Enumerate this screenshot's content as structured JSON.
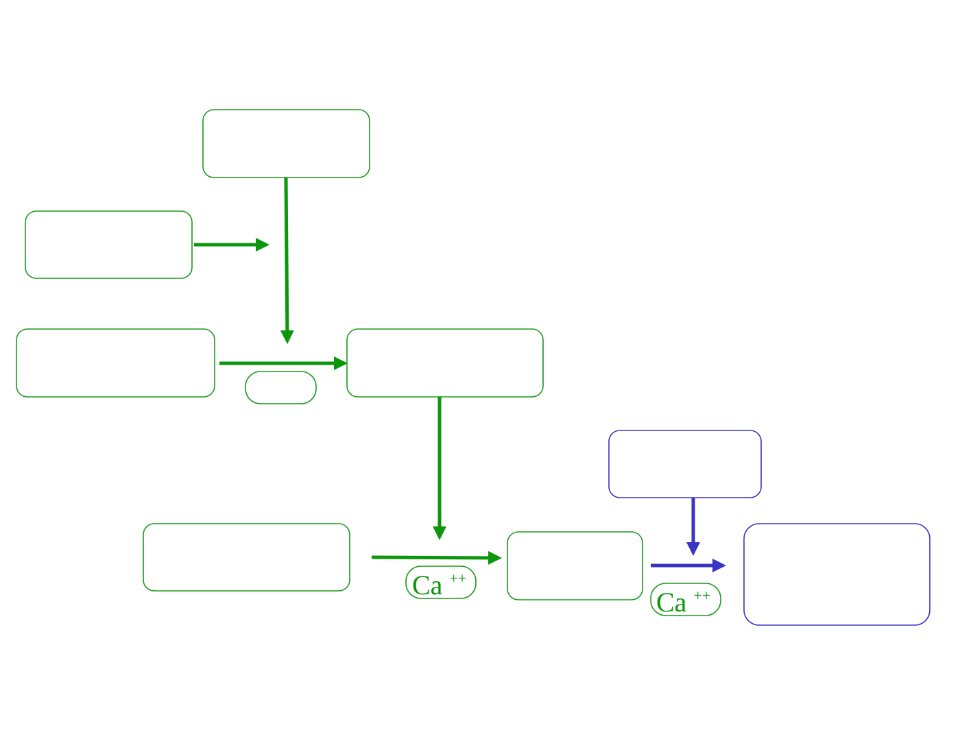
{
  "colors": {
    "green": "#0c960c",
    "green_border": "#1a9a1a",
    "blue": "#3a34c4"
  },
  "boxes": [
    {
      "id": "box-top",
      "label": "",
      "color": "green"
    },
    {
      "id": "box-left-upper",
      "label": "",
      "color": "green"
    },
    {
      "id": "box-left-middle",
      "label": "",
      "color": "green"
    },
    {
      "id": "box-small-pill",
      "label": "",
      "color": "green"
    },
    {
      "id": "box-center",
      "label": "",
      "color": "green"
    },
    {
      "id": "box-lower-left",
      "label": "",
      "color": "green"
    },
    {
      "id": "box-lower-center",
      "label": "",
      "color": "green"
    },
    {
      "id": "box-blue-top",
      "label": "",
      "color": "blue"
    },
    {
      "id": "box-blue-result",
      "label": "",
      "color": "blue"
    }
  ],
  "ion_labels": [
    {
      "id": "ion-1",
      "base": "Ca",
      "superscript": "++",
      "border": "green"
    },
    {
      "id": "ion-2",
      "base": "Ca",
      "superscript": "++",
      "border": "green"
    }
  ]
}
